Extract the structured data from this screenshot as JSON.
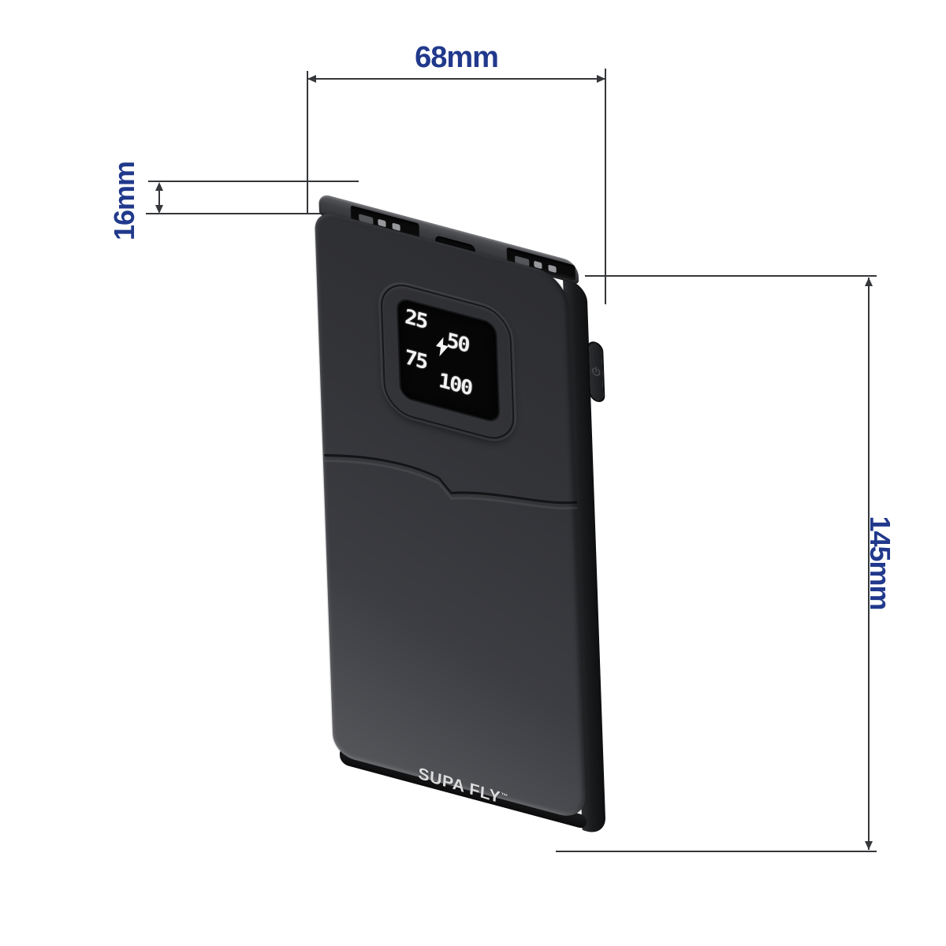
{
  "annotations": {
    "width": {
      "label": "68mm"
    },
    "thickness": {
      "label": "16mm"
    },
    "height": {
      "label": "145mm"
    },
    "label_color": "#21398c",
    "line_color": "#35373a"
  },
  "device": {
    "brand": "SUPA FLY",
    "trademark_symbol": "™",
    "body_color": "#323338",
    "display": {
      "battery_levels": [
        "25",
        "50",
        "75",
        "100"
      ],
      "center_icon": "lightning-bolt"
    },
    "ports": {
      "left": "USB-A",
      "center": "Micro-USB",
      "right": "USB-A"
    },
    "side_button": "power"
  }
}
